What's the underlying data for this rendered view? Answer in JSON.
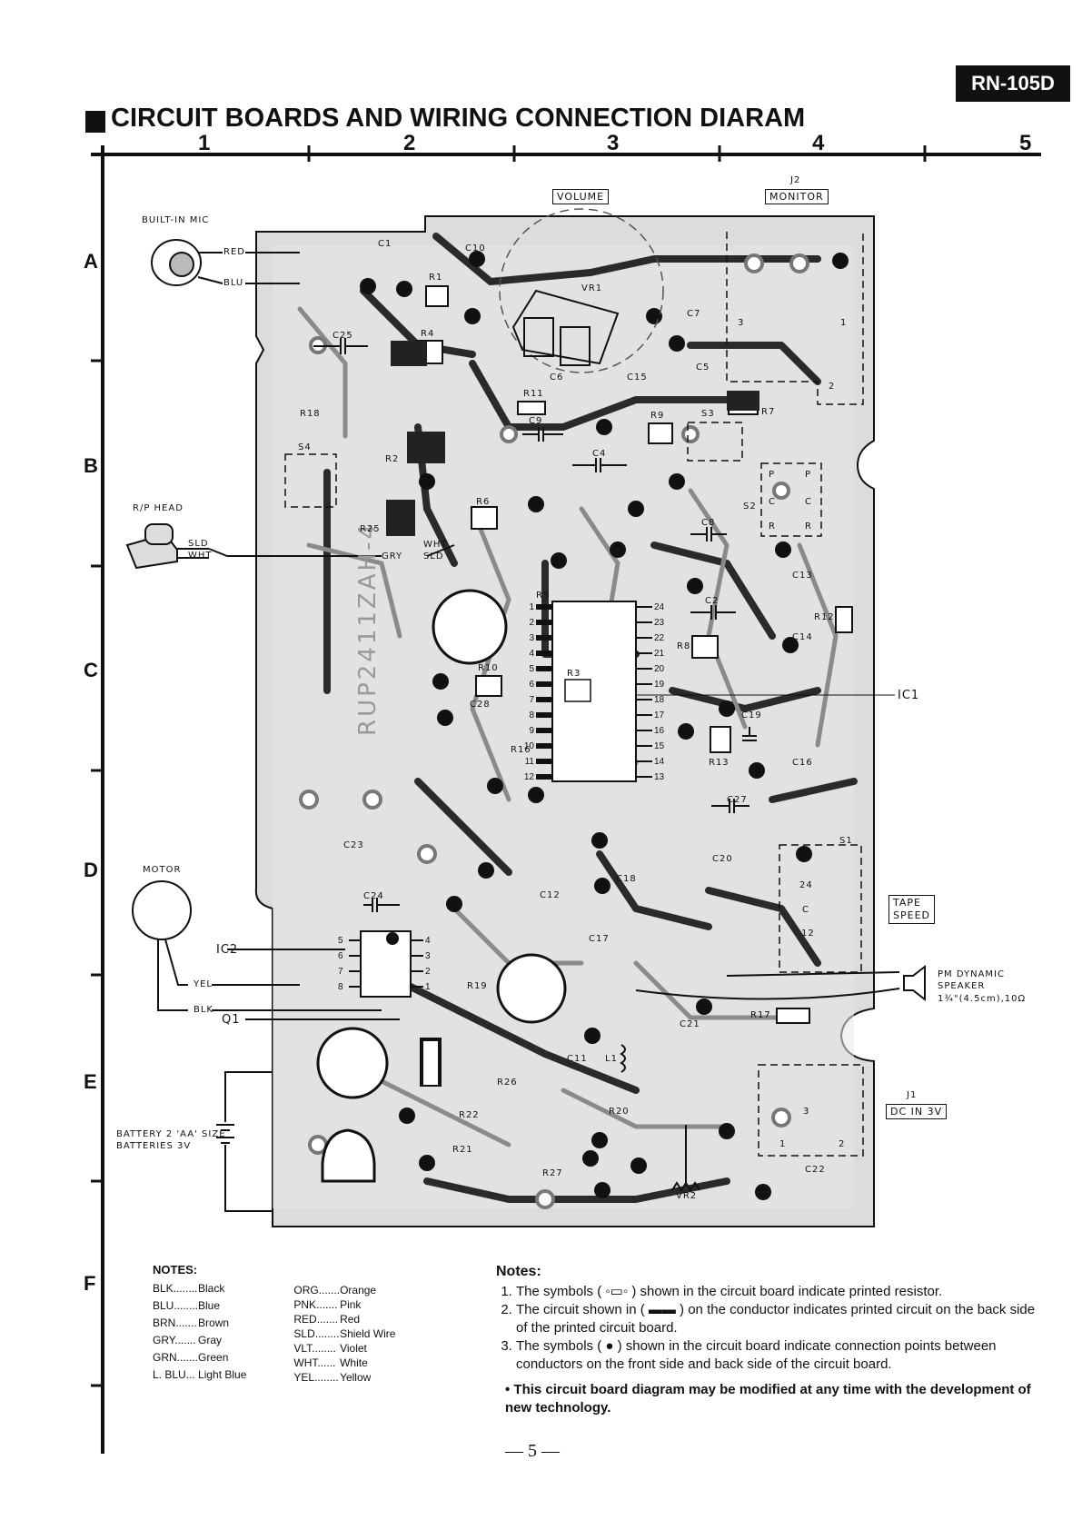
{
  "header": {
    "model": "RN-105D",
    "title": "CIRCUIT BOARDS AND WIRING CONNECTION DIARAM"
  },
  "grid": {
    "columns": [
      "1",
      "2",
      "3",
      "4",
      "5"
    ],
    "rows": [
      "A",
      "B",
      "C",
      "D",
      "E",
      "F"
    ]
  },
  "labels": {
    "volume": "VOLUME",
    "monitor_ref": "J2",
    "monitor": "MONITOR",
    "built_in_mic": "BUILT-IN MIC",
    "red": "RED",
    "blu": "BLU",
    "rp_head": "R/P HEAD",
    "sld": "SLD",
    "wht": "WHT",
    "gry": "GRY",
    "motor": "MOTOR",
    "yel": "YEL",
    "blk": "BLK",
    "ic2": "IC2",
    "q1": "Q1",
    "ic1": "IC1",
    "battery_line1": "BATTERY 2 'AA' SIZE",
    "battery_line2": "BATTERIES 3V",
    "tape_speed_line1": "TAPE",
    "tape_speed_line2": "SPEED",
    "speaker_line1": "PM DYNAMIC",
    "speaker_line2": "SPEAKER",
    "speaker_line3": "1¾\"(4.5cm),10Ω",
    "dc_in_ref": "J1",
    "dc_in": "DC IN 3V",
    "board_code": "RUP2411ZAH-4"
  },
  "components": [
    "C1",
    "C10",
    "R1",
    "R4",
    "C25",
    "VR1",
    "C7",
    "C5",
    "C6",
    "C15",
    "R11",
    "C9",
    "R9",
    "S3",
    "R7",
    "R18",
    "S4",
    "R2",
    "C4",
    "R6",
    "R25",
    "S2",
    "C8",
    "R5",
    "C2",
    "C13",
    "R12",
    "R8",
    "C14",
    "R10",
    "R3",
    "C28",
    "C19",
    "R16",
    "R13",
    "C16",
    "C27",
    "S1",
    "C23",
    "C24",
    "C12",
    "C18",
    "C20",
    "C17",
    "R19",
    "C21",
    "R17",
    "C11",
    "L1",
    "R26",
    "R22",
    "R20",
    "R21",
    "R27",
    "VR2",
    "C22"
  ],
  "ic1_pins_left": [
    "1",
    "2",
    "3",
    "4",
    "5",
    "6",
    "7",
    "8",
    "9",
    "10",
    "11",
    "12"
  ],
  "ic1_pins_right": [
    "24",
    "23",
    "22",
    "21",
    "20",
    "19",
    "18",
    "17",
    "16",
    "15",
    "14",
    "13"
  ],
  "ic2_pins_left": [
    "5",
    "6",
    "7",
    "8"
  ],
  "ic2_pins_right": [
    "4",
    "3",
    "2",
    "1"
  ],
  "switch_s2": [
    "P",
    "P",
    "C",
    "C",
    "R",
    "R"
  ],
  "switch_s1": [
    "24",
    "C",
    "12"
  ],
  "jack_j1": [
    "3",
    "1",
    "2"
  ],
  "jack_j2": [
    "3",
    "1",
    "2"
  ],
  "notes_left": {
    "heading": "NOTES:",
    "colors_col1": [
      {
        "code": "BLK........",
        "name": "Black"
      },
      {
        "code": "BLU........",
        "name": "Blue"
      },
      {
        "code": "BRN.......",
        "name": "Brown"
      },
      {
        "code": "GRY.......",
        "name": "Gray"
      },
      {
        "code": "GRN.......",
        "name": "Green"
      },
      {
        "code": "L. BLU...",
        "name": "Light Blue"
      }
    ],
    "colors_col2": [
      {
        "code": "ORG.......",
        "name": "Orange"
      },
      {
        "code": "PNK.......",
        "name": "Pink"
      },
      {
        "code": "RED.......",
        "name": "Red"
      },
      {
        "code": "SLD........",
        "name": "Shield Wire"
      },
      {
        "code": "VLT........",
        "name": "Violet"
      },
      {
        "code": "WHT......",
        "name": "White"
      },
      {
        "code": "YEL........",
        "name": "Yellow"
      }
    ]
  },
  "notes_right": {
    "heading": "Notes:",
    "items": [
      "The symbols ( ◦▭◦ ) shown in the circuit board indicate printed resistor.",
      "The circuit shown in ( ▬▬ ) on the conductor indicates printed circuit on the back side of the printed circuit board.",
      "The symbols ( ● ) shown in the circuit board indicate connection points between conductors on the front side and back side of the circuit board."
    ],
    "disclaimer": "• This circuit board diagram may be modified at any time with the development of  new technology."
  },
  "footer": {
    "page": "— 5 —"
  }
}
